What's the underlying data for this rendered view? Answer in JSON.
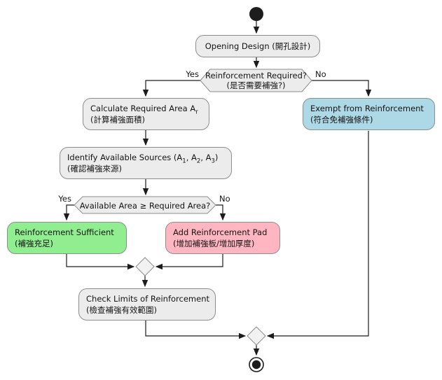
{
  "colors": {
    "activity_fill": "#ececec",
    "activity_border": "#8d8d8d",
    "green": "#90EE90",
    "pink": "#FFB6C1",
    "blue": "#ADD8E6",
    "line": "#1c1c1c"
  },
  "nodes": {
    "opening": {
      "line1": "Opening Design (開孔設計)"
    },
    "decision_required": {
      "line1": "Reinforcement Required?",
      "line2": "(是否需要補強?)",
      "yes": "Yes",
      "no": "No"
    },
    "calculate": {
      "l1a": "Calculate Required Area A",
      "sub": "r",
      "line2": "(計算補強面積)"
    },
    "identify": {
      "p1": "Identify Available Sources (A",
      "s1": "1",
      "p2": ", A",
      "s2": "2",
      "p3": ", A",
      "s3": "3",
      "p4": ")",
      "line2": "(確認補強來源)"
    },
    "decision_area": {
      "line1": "Available Area ≥ Required Area?",
      "yes": "Yes",
      "no": "No"
    },
    "sufficient": {
      "line1": "Reinforcement Sufficient",
      "line2": "(補強充足)"
    },
    "add_pad": {
      "line1": "Add Reinforcement Pad",
      "line2": "(增加補強板/增加厚度)"
    },
    "exempt": {
      "line1": "Exempt from Reinforcement",
      "line2": "(符合免補強條件)"
    },
    "check_limits": {
      "line1": "Check Limits of Reinforcement",
      "line2": "(檢查補強有效範圍)"
    }
  }
}
